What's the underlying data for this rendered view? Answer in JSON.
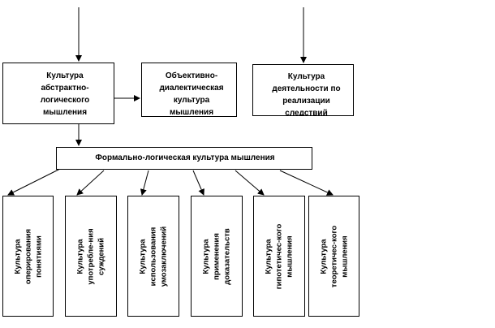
{
  "top_boxes": {
    "abstract": "Культура\nабстрактно-\nлогического\nмышления",
    "dialectic": "Объективно-\nдиалектическая\nкультура\nмышления",
    "activity": "Культура\nдеятельности по\nреализации\nследствий"
  },
  "middle_box": "Формально-логическая культура мышления",
  "bottom_boxes": [
    "Культура\nоперирования\nпонятиями",
    "Культура\nупотребле-ния\nсуждений",
    "Культура\nиспользования\nумозаключений",
    "Культура\nприменения\nдоказательств",
    "Культура\nгипотетичес-кого\nмышления",
    "Культура\nтеоретичес-кого\nмышления"
  ]
}
